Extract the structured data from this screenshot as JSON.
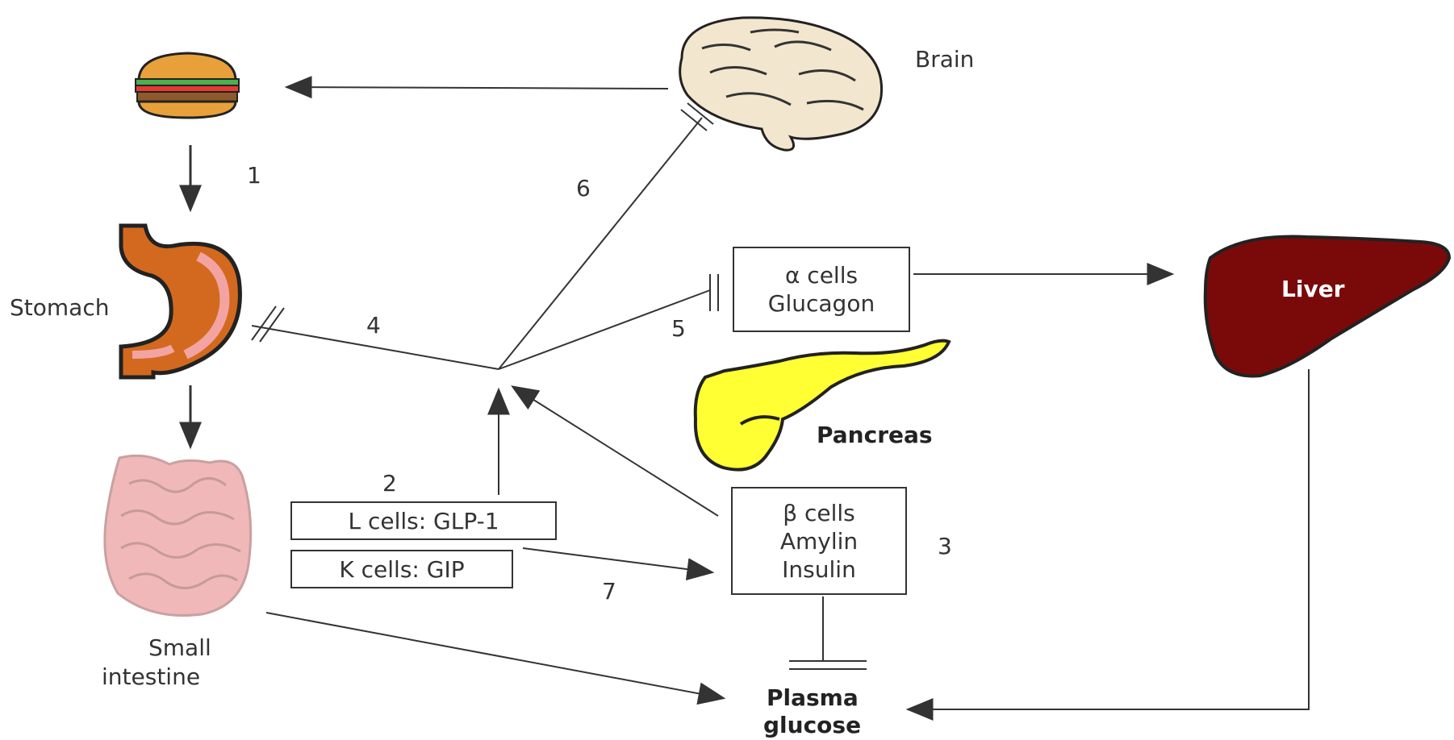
{
  "labels": {
    "brain": "Brain",
    "stomach": "Stomach",
    "small_intestine_line1": "Small",
    "small_intestine_line2": "intestine",
    "pancreas": "Pancreas",
    "liver": "Liver",
    "plasma_line1": "Plasma",
    "plasma_line2": "glucose"
  },
  "boxes": {
    "alpha": {
      "line1": "α cells",
      "line2": "Glucagon"
    },
    "beta": {
      "line1": "β cells",
      "line2": "Amylin",
      "line3": "Insulin"
    },
    "l_cells": "L cells: GLP-1",
    "k_cells": "K cells: GIP"
  },
  "numbers": {
    "n1": "1",
    "n2": "2",
    "n3": "3",
    "n4": "4",
    "n5": "5",
    "n6": "6",
    "n7": "7"
  },
  "colors": {
    "line": "#333333",
    "liver": "#7a0a0a",
    "pancreas": "#ffff33",
    "stomach": "#d2691e",
    "intestine": "#f0b8b8"
  },
  "icons": [
    "burger-icon",
    "brain-icon",
    "stomach-icon",
    "intestine-icon",
    "pancreas-icon",
    "liver-icon"
  ]
}
